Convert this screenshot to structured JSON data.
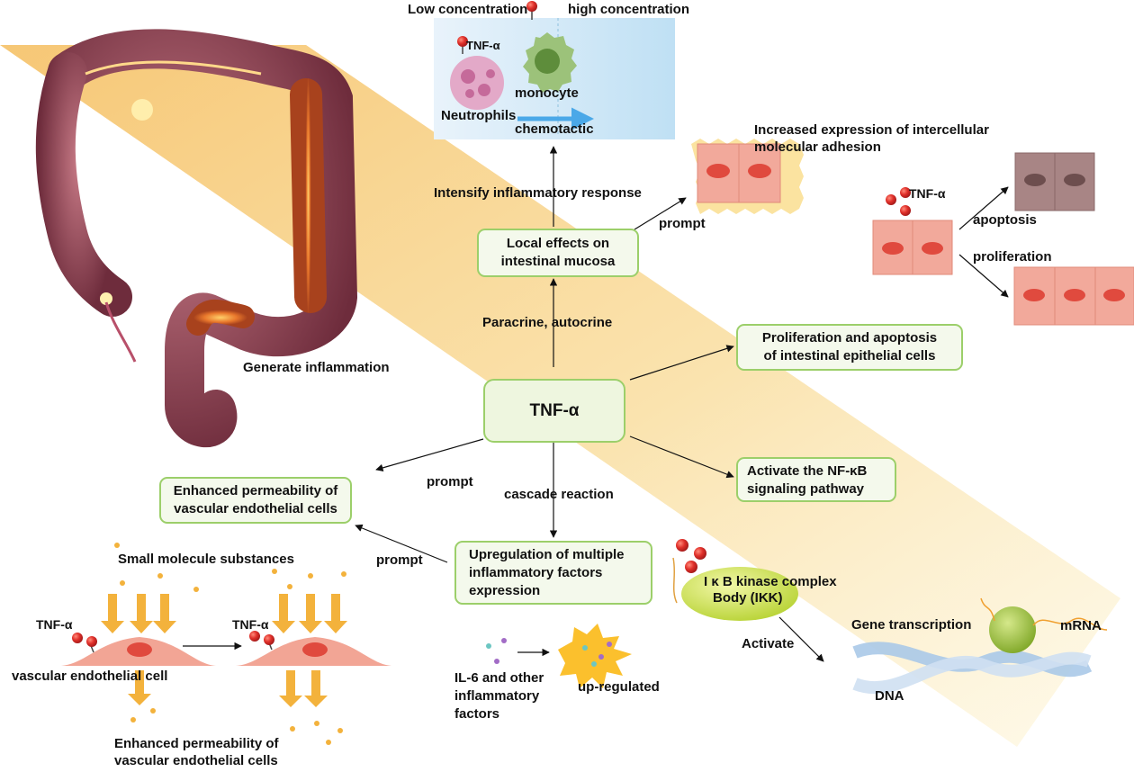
{
  "center_node": {
    "label": "TNF-α"
  },
  "boxes": {
    "local_effects": {
      "line1": "Local effects on",
      "line2": "intestinal mucosa"
    },
    "proliferation_apoptosis": {
      "line1": "Proliferation and apoptosis",
      "line2": "of intestinal epithelial cells"
    },
    "nfkb": {
      "line1": "Activate the NF-κB",
      "line2": "signaling pathway"
    },
    "permeability": {
      "line1": "Enhanced permeability of",
      "line2": "vascular endothelial cells"
    },
    "upregulation": {
      "line1": "Upregulation of multiple",
      "line2": "inflammatory factors",
      "line3": "expression"
    }
  },
  "edge_labels": {
    "paracrine": "Paracrine, autocrine",
    "intensify": "Intensify inflammatory response",
    "prompt_epithelium": "prompt",
    "prompt_left": "prompt",
    "cascade": "cascade reaction",
    "prompt_permeability": "prompt",
    "activate": "Activate"
  },
  "chemotaxis_panel": {
    "low": "Low concentration",
    "high": "high concentration",
    "tnf": "TNF-α",
    "monocyte": "monocyte",
    "neutrophils": "Neutrophils",
    "chemotactic": "chemotactic"
  },
  "colon": {
    "caption": "Generate inflammation"
  },
  "adhesion": {
    "line1": "Increased expression of intercellular",
    "line2": "molecular adhesion"
  },
  "epithelial_fate": {
    "tnf": "TNF-α",
    "apoptosis": "apoptosis",
    "proliferation": "proliferation"
  },
  "endothelial": {
    "small_molecules": "Small molecule substances",
    "tnf_left": "TNF-α",
    "tnf_right": "TNF-α",
    "cell_label": "vascular endothelial cell",
    "bottom_line1": "Enhanced permeability of",
    "bottom_line2": "vascular endothelial cells"
  },
  "cytokines": {
    "line1": "IL-6 and other",
    "line2": "inflammatory",
    "line3": "factors",
    "upregulated": "up-regulated"
  },
  "ikk": {
    "line1": "I κ B kinase complex",
    "line2": "Body (IKK)"
  },
  "gene": {
    "transcription": "Gene transcription",
    "mrna": "mRNA",
    "dna": "DNA"
  },
  "colors": {
    "box_border": "#9ccf6a",
    "box_fill": "#f4f9ec",
    "beam": "#f7c978",
    "ball": "#d92b2b",
    "endothelial_cell": "#f2a595",
    "arrow_orange": "#f3b23c",
    "colon": "#8c3d4d"
  }
}
